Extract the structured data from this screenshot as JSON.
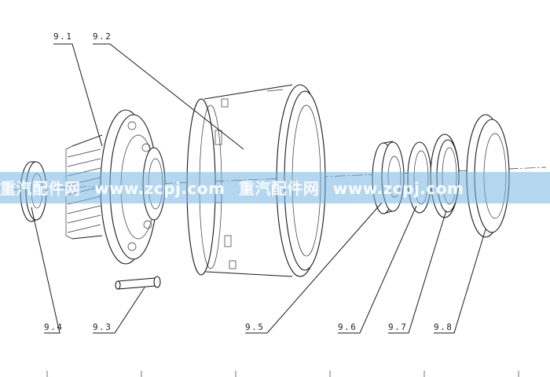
{
  "labels": {
    "l91": "9.1",
    "l92": "9.2",
    "l93": "9.3",
    "l94": "9.4",
    "l95": "9.5",
    "l96": "9.6",
    "l97": "9.7",
    "l98": "9.8"
  },
  "watermark": {
    "part1": "重汽配件网",
    "part2": "www.zcpj.com",
    "part3": "重汽配件网",
    "part4": "www.zcpj.com"
  },
  "colors": {
    "watermark_band": "#78b4e1"
  }
}
